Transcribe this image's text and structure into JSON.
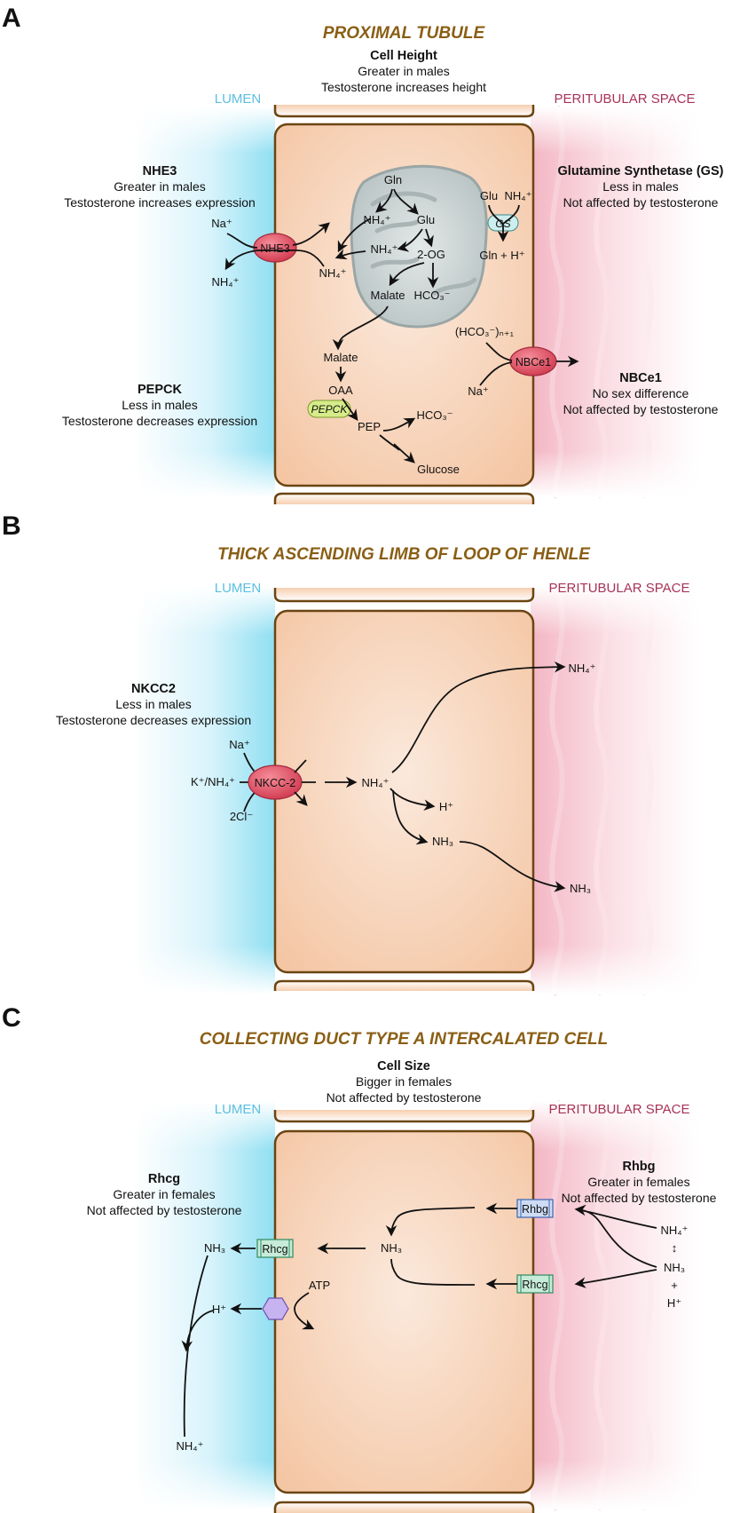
{
  "panels": [
    {
      "letter": "A",
      "title": "PROXIMAL TUBULE",
      "lumen": "LUMEN",
      "peritubular": "PERITUBULAR SPACE",
      "cell_height": {
        "heading": "Cell Height",
        "line1": "Greater in males",
        "line2": "Testosterone increases height"
      },
      "nhe3": {
        "heading": "NHE3",
        "line1": "Greater in males",
        "line2": "Testosterone increases expression",
        "transporter": "NHE3"
      },
      "pepck": {
        "heading": "PEPCK",
        "line1": "Less in males",
        "line2": "Testosterone decreases expression",
        "enzyme": "PEPCK"
      },
      "gs": {
        "heading": "Glutamine Synthetase (GS)",
        "line1": "Less in males",
        "line2": "Not affected by testosterone",
        "enzyme": "GS"
      },
      "nbce1": {
        "heading": "NBCe1",
        "line1": "No sex difference",
        "line2": "Not affected by testosterone",
        "transporter": "NBCe1"
      },
      "species": {
        "na_lumen": "Na⁺",
        "nh4_lumen": "NH₄⁺",
        "nh4_cell": "NH₄⁺",
        "gln": "Gln",
        "nh4_mito_1": "NH₄⁺",
        "glu": "Glu",
        "nh4_mito_2": "NH₄⁺",
        "og": "2-OG",
        "malate_mito": "Malate",
        "hco3_mito": "HCO₃⁻",
        "malate": "Malate",
        "oaa": "OAA",
        "pep": "PEP",
        "hco3_pep": "HCO₃⁻",
        "glucose": "Glucose",
        "gs_glu": "Glu",
        "gs_nh4": "NH₄⁺",
        "gs_product": "Gln + H⁺",
        "hco3_n": "(HCO₃⁻)ₙ₊₁",
        "na_peri": "Na⁺"
      }
    },
    {
      "letter": "B",
      "title": "THICK ASCENDING LIMB OF LOOP OF HENLE",
      "lumen": "LUMEN",
      "peritubular": "PERITUBULAR SPACE",
      "nkcc2": {
        "heading": "NKCC2",
        "line1": "Less in males",
        "line2": "Testosterone decreases expression",
        "transporter": "NKCC-2"
      },
      "species": {
        "na": "Na⁺",
        "k_nh4": "K⁺/NH₄⁺",
        "cl": "2Cl⁻",
        "nh4_cell": "NH₄⁺",
        "h": "H⁺",
        "nh3_cell": "NH₃",
        "nh4_peri": "NH₄⁺",
        "nh3_peri": "NH₃"
      }
    },
    {
      "letter": "C",
      "title": "COLLECTING DUCT TYPE A INTERCALATED CELL",
      "lumen": "LUMEN",
      "peritubular": "PERITUBULAR SPACE",
      "cell_size": {
        "heading": "Cell Size",
        "line1": "Bigger in females",
        "line2": "Not affected by testosterone"
      },
      "rhcg": {
        "heading": "Rhcg",
        "line1": "Greater in females",
        "line2": "Not affected by testosterone",
        "transporter": "Rhcg"
      },
      "rhbg": {
        "heading": "Rhbg",
        "line1": "Greater in females",
        "line2": "Not affected by testosterone",
        "transporter": "Rhbg"
      },
      "basolateral_rhcg": "Rhcg",
      "species": {
        "nh3_lumen": "NH₃",
        "h_lumen": "H⁺",
        "nh4_lumen": "NH₄⁺",
        "atp": "ATP",
        "nh3_cell": "NH₃",
        "nh4_peri": "NH₄⁺",
        "equil": "↕",
        "nh3_peri": "NH₃",
        "plus": "+",
        "h_peri": "H⁺"
      }
    }
  ],
  "colors": {
    "title": "#8a5e14",
    "lumen": "#5bbfe0",
    "peritubular": "#a83358",
    "cell_fill": "#f6cfb0",
    "cell_border": "#6b4512",
    "transporter_red": "#d94a5e",
    "pepck_green": "#d6ec8a",
    "gs_teal": "#cdeeee",
    "rhbg_blue": "#cddcf4",
    "rhcg_green": "#c6ecd9",
    "pump_purple": "#c7b3ef"
  }
}
